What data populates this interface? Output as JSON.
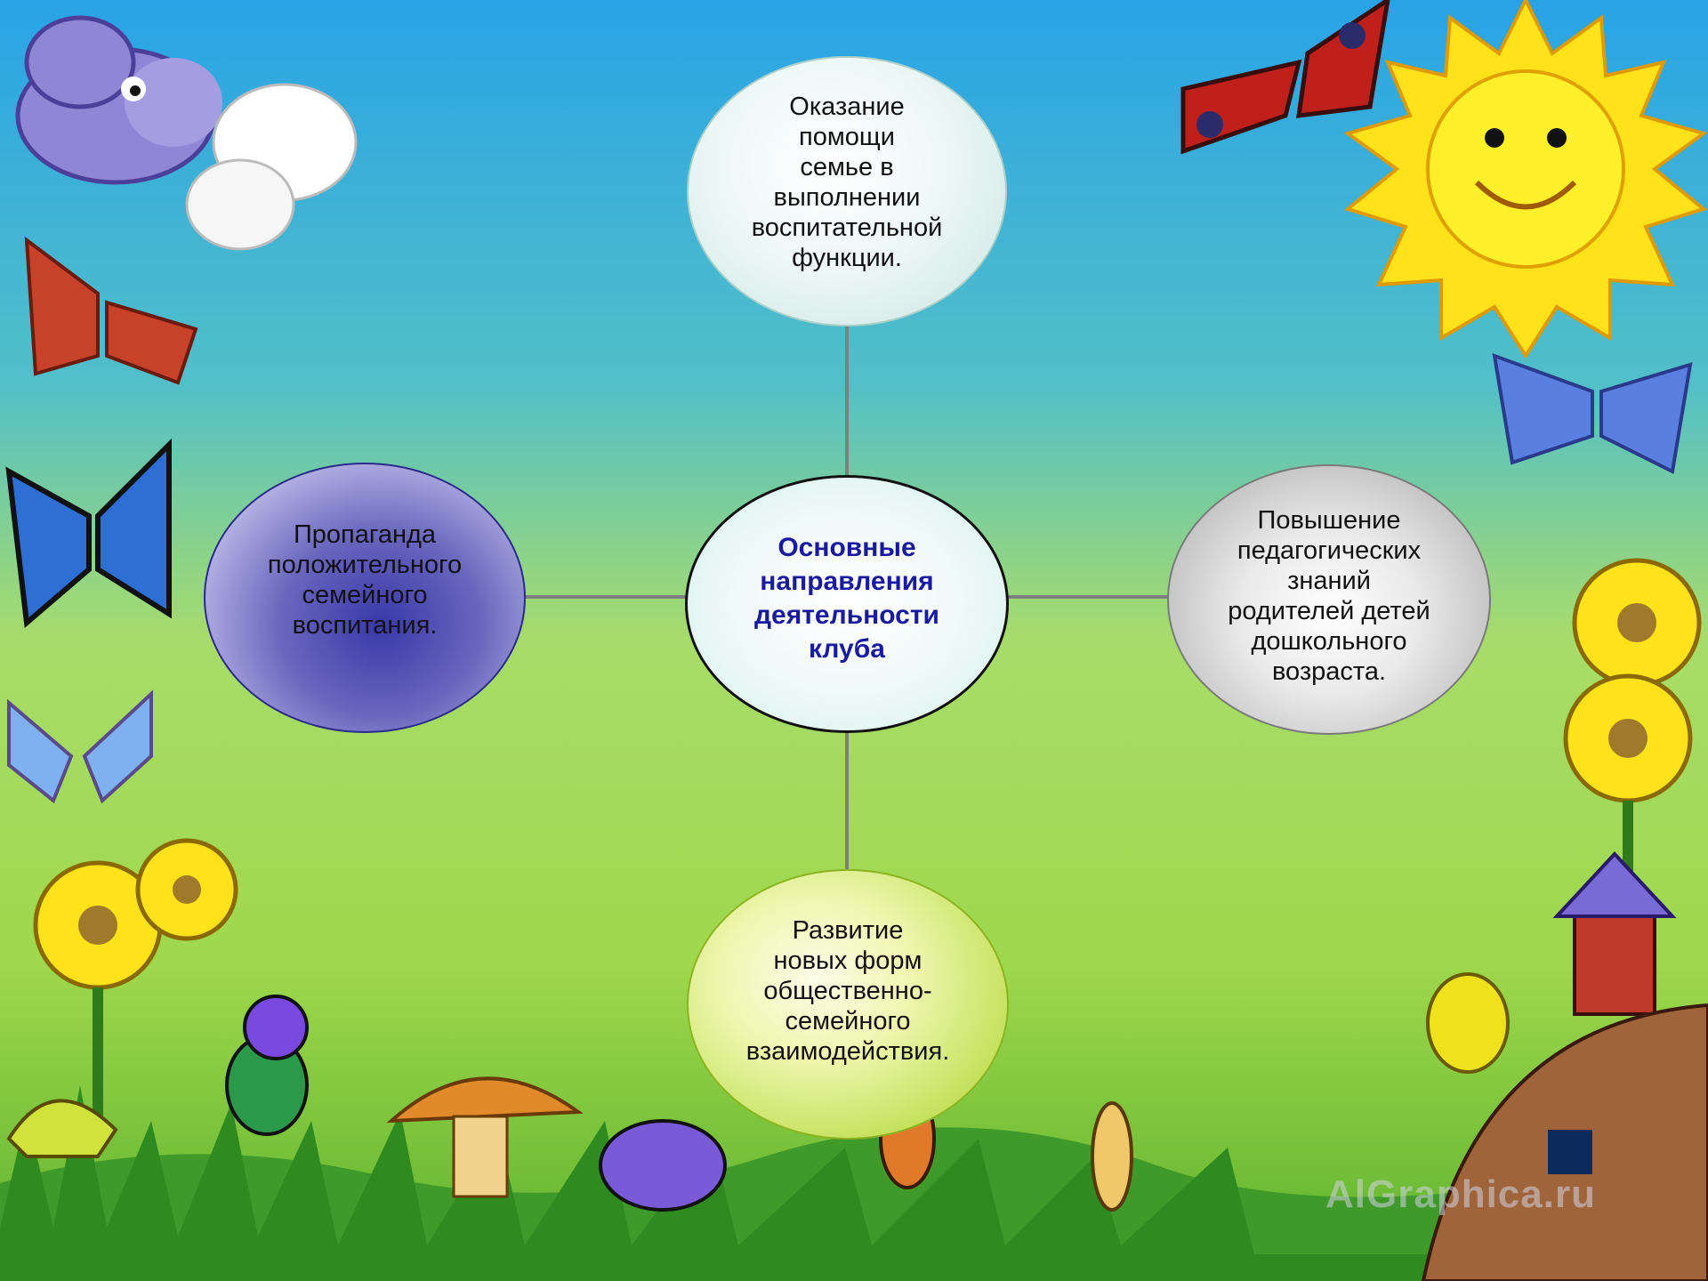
{
  "diagram": {
    "center": {
      "text": "Основные\nнаправления\nдеятельности\nклуба"
    },
    "top": {
      "text": "Оказание\nпомощи\nсемье в\nвыполнении\nвоспитательной\nфункции."
    },
    "left": {
      "text": "Пропаганда\nположительного\nсемейного\nвоспитания."
    },
    "right": {
      "text": "Повышение\nпедагогических\nзнаний\nродителей детей\nдошкольного\nвозраста."
    },
    "bottom": {
      "text": "Развитие\nновых форм\nобщественно-\nсемейного\nвзаимодействия."
    }
  },
  "watermark": {
    "text": "AlGraphica.ru"
  },
  "colors": {
    "sky_top": "#29a3e6",
    "sky_mid": "#9fdc6a",
    "grass": "#3f9a2a",
    "center_text": "#1a1aa0",
    "connector": "#7f7f7f"
  },
  "icons": [
    "cloud-character-icon",
    "sun-icon",
    "butterfly-icon",
    "flower-icon",
    "mushroom-icon",
    "house-icon",
    "insect-icon"
  ]
}
